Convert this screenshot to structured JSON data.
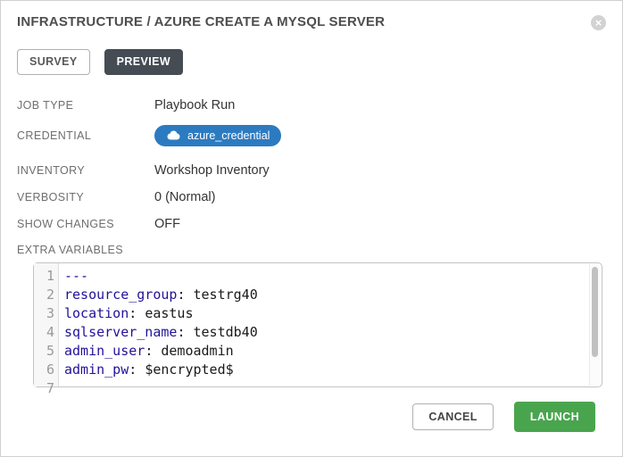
{
  "modal": {
    "title": "INFRASTRUCTURE / AZURE CREATE A MYSQL SERVER",
    "close_glyph": "×",
    "tabs": {
      "survey": "SURVEY",
      "preview": "PREVIEW"
    },
    "details": {
      "rows": [
        {
          "label": "JOB TYPE",
          "value": "Playbook Run"
        },
        {
          "label": "CREDENTIAL",
          "value": "azure_credential"
        },
        {
          "label": "INVENTORY",
          "value": "Workshop Inventory"
        },
        {
          "label": "VERBOSITY",
          "value": "0 (Normal)"
        },
        {
          "label": "SHOW CHANGES",
          "value": "OFF"
        }
      ],
      "credential_icon": "cloud-icon"
    },
    "extra_variables": {
      "label": "EXTRA VARIABLES",
      "language": "yaml",
      "lines": [
        {
          "num": "1",
          "key": "---",
          "sep": "",
          "value": ""
        },
        {
          "num": "2",
          "key": "resource_group",
          "sep": ": ",
          "value": "testrg40"
        },
        {
          "num": "3",
          "key": "location",
          "sep": ": ",
          "value": "eastus"
        },
        {
          "num": "4",
          "key": "sqlserver_name",
          "sep": ": ",
          "value": "testdb40"
        },
        {
          "num": "5",
          "key": "admin_user",
          "sep": ": ",
          "value": "demoadmin"
        },
        {
          "num": "6",
          "key": "admin_pw",
          "sep": ": ",
          "value": "$encrypted$"
        },
        {
          "num": "7",
          "key": "",
          "sep": "",
          "value": ""
        }
      ]
    },
    "footer": {
      "cancel": "CANCEL",
      "launch": "LAUNCH"
    },
    "colors": {
      "badge_blue": "#2c7bc0",
      "launch_green": "#49a54d",
      "preview_dark": "#464c54",
      "yaml_key": "#221199",
      "close_gray": "#d2d2d2"
    }
  }
}
